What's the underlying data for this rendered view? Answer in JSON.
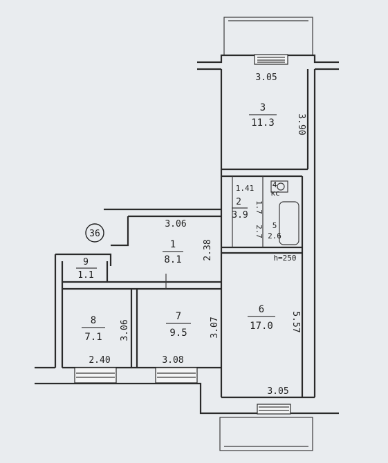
{
  "plan": {
    "flat_number": "36",
    "rooms": [
      {
        "id": "1",
        "area": "8.1"
      },
      {
        "id": "2",
        "area": "3.9"
      },
      {
        "id": "3",
        "area": "11.3"
      },
      {
        "id": "4",
        "area": "кс"
      },
      {
        "id": "5",
        "area": "2.6"
      },
      {
        "id": "6",
        "area": "17.0"
      },
      {
        "id": "7",
        "area": "9.5"
      },
      {
        "id": "8",
        "area": "7.1"
      },
      {
        "id": "9",
        "area": "1.1"
      }
    ],
    "dimensions": {
      "top_width": "3.05",
      "room3_height": "3.90",
      "small_141": "1.41",
      "small_17": "1.7",
      "small_27": "2.7",
      "hall_width": "3.06",
      "hall_height": "2.38",
      "h250": "h=250",
      "room6_height": "5.57",
      "room7_height": "3.07",
      "room8_height": "3.06",
      "left_bottom": "2.40",
      "mid_bottom": "3.08",
      "right_bottom": "3.05"
    }
  }
}
